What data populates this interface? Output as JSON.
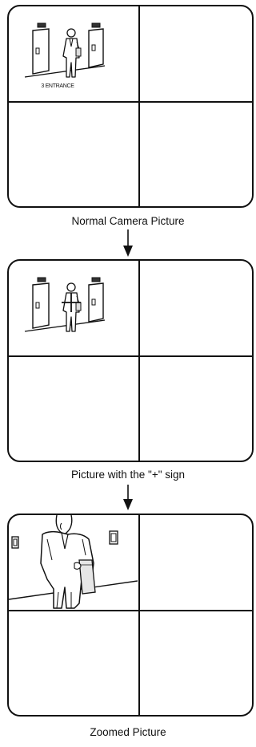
{
  "screens": [
    {
      "camera_title": "3 ENTRANCE",
      "caption": "Normal Camera Picture"
    },
    {
      "caption": "Picture with the \"+\" sign"
    },
    {
      "caption": "Zoomed Picture"
    }
  ]
}
